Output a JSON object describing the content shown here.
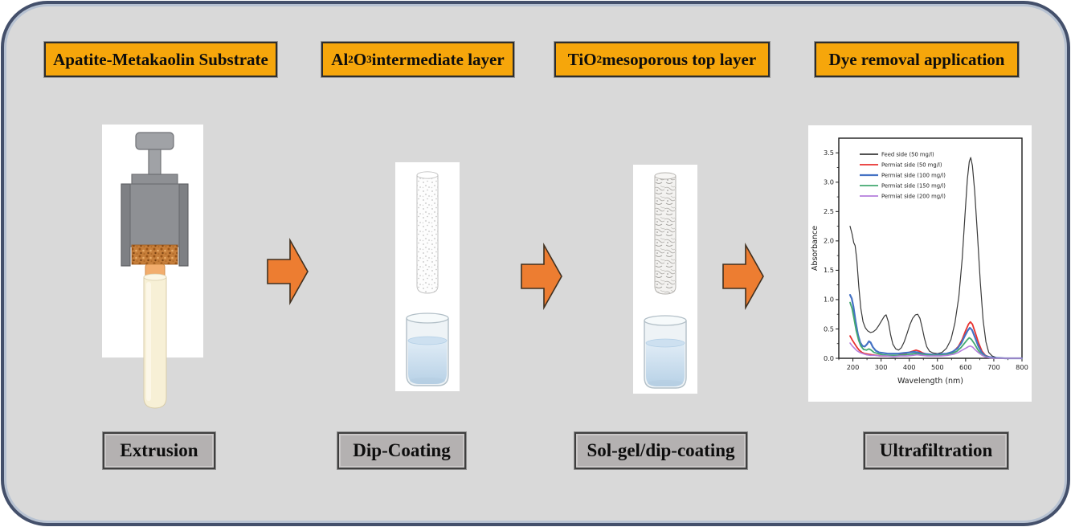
{
  "frame": {
    "background": "#d9d9d9",
    "border_color": "#44506b",
    "inner_line_color": "#b7c2d2"
  },
  "accent_colors": {
    "header_fill": "#f6a60b",
    "caption_fill": "#b4b1b1",
    "arrow_fill": "#ed7d31"
  },
  "steps": [
    {
      "header_parts": [
        {
          "t": "Apatite-Metakaolin Substrate"
        }
      ],
      "caption": "Extrusion",
      "illustration": "piston-extruder-with-ceramic-tube"
    },
    {
      "header_parts": [
        {
          "t": "Al"
        },
        {
          "t": "2",
          "sub": true
        },
        {
          "t": "O"
        },
        {
          "t": "3",
          "sub": true
        },
        {
          "t": " intermediate layer"
        }
      ],
      "caption": "Dip-Coating",
      "illustration": "porous-tube-over-beaker"
    },
    {
      "header_parts": [
        {
          "t": "TiO"
        },
        {
          "t": "2",
          "sub": true
        },
        {
          "t": " mesoporous top layer"
        }
      ],
      "caption": "Sol-gel/dip-coating",
      "illustration": "coated-tube-over-beaker"
    },
    {
      "header_parts": [
        {
          "t": "Dye removal application"
        }
      ],
      "caption": "Ultrafiltration",
      "illustration": "uv-vis-absorbance-chart"
    }
  ],
  "chart_data": {
    "type": "line",
    "xlabel": "Wavelength (nm)",
    "ylabel": "Absorbance",
    "xlim": [
      150,
      800
    ],
    "ylim": [
      0,
      3.75
    ],
    "xticks": [
      200,
      300,
      400,
      500,
      600,
      700,
      800
    ],
    "yticks": [
      0.0,
      0.5,
      1.0,
      1.5,
      2.0,
      2.5,
      3.0,
      3.5
    ],
    "grid": false,
    "legend_position": "top-left",
    "series": [
      {
        "name": "Feed side (50 mg/l)",
        "color": "#3a3a3a",
        "width": 1.2,
        "points": [
          [
            190,
            2.25
          ],
          [
            197,
            2.12
          ],
          [
            203,
            1.97
          ],
          [
            208,
            1.92
          ],
          [
            214,
            1.68
          ],
          [
            221,
            1.22
          ],
          [
            228,
            0.85
          ],
          [
            236,
            0.62
          ],
          [
            244,
            0.52
          ],
          [
            252,
            0.47
          ],
          [
            262,
            0.44
          ],
          [
            272,
            0.45
          ],
          [
            282,
            0.49
          ],
          [
            292,
            0.56
          ],
          [
            302,
            0.64
          ],
          [
            312,
            0.72
          ],
          [
            318,
            0.74
          ],
          [
            326,
            0.62
          ],
          [
            334,
            0.4
          ],
          [
            342,
            0.24
          ],
          [
            352,
            0.16
          ],
          [
            362,
            0.14
          ],
          [
            372,
            0.18
          ],
          [
            382,
            0.28
          ],
          [
            392,
            0.42
          ],
          [
            402,
            0.57
          ],
          [
            412,
            0.68
          ],
          [
            422,
            0.74
          ],
          [
            430,
            0.75
          ],
          [
            438,
            0.68
          ],
          [
            446,
            0.52
          ],
          [
            454,
            0.34
          ],
          [
            462,
            0.2
          ],
          [
            472,
            0.12
          ],
          [
            484,
            0.09
          ],
          [
            500,
            0.08
          ],
          [
            516,
            0.1
          ],
          [
            532,
            0.17
          ],
          [
            548,
            0.32
          ],
          [
            562,
            0.6
          ],
          [
            576,
            1.05
          ],
          [
            588,
            1.7
          ],
          [
            598,
            2.45
          ],
          [
            606,
            3.05
          ],
          [
            613,
            3.35
          ],
          [
            618,
            3.42
          ],
          [
            624,
            3.28
          ],
          [
            632,
            2.85
          ],
          [
            642,
            2.1
          ],
          [
            652,
            1.3
          ],
          [
            662,
            0.65
          ],
          [
            672,
            0.28
          ],
          [
            682,
            0.1
          ],
          [
            694,
            0.04
          ],
          [
            710,
            0.01
          ],
          [
            740,
            0.0
          ],
          [
            800,
            0.0
          ]
        ]
      },
      {
        "name": "Permiat side (50 mg/l)",
        "color": "#e8312f",
        "width": 1.8,
        "points": [
          [
            190,
            0.38
          ],
          [
            198,
            0.31
          ],
          [
            206,
            0.25
          ],
          [
            214,
            0.19
          ],
          [
            222,
            0.14
          ],
          [
            232,
            0.1
          ],
          [
            242,
            0.08
          ],
          [
            254,
            0.07
          ],
          [
            268,
            0.06
          ],
          [
            284,
            0.05
          ],
          [
            300,
            0.04
          ],
          [
            320,
            0.04
          ],
          [
            340,
            0.04
          ],
          [
            360,
            0.05
          ],
          [
            380,
            0.07
          ],
          [
            398,
            0.1
          ],
          [
            412,
            0.12
          ],
          [
            424,
            0.14
          ],
          [
            436,
            0.12
          ],
          [
            448,
            0.09
          ],
          [
            462,
            0.07
          ],
          [
            480,
            0.06
          ],
          [
            500,
            0.05
          ],
          [
            520,
            0.06
          ],
          [
            540,
            0.08
          ],
          [
            558,
            0.12
          ],
          [
            574,
            0.2
          ],
          [
            588,
            0.32
          ],
          [
            600,
            0.47
          ],
          [
            610,
            0.58
          ],
          [
            617,
            0.62
          ],
          [
            624,
            0.58
          ],
          [
            634,
            0.44
          ],
          [
            646,
            0.26
          ],
          [
            658,
            0.12
          ],
          [
            670,
            0.05
          ],
          [
            684,
            0.02
          ],
          [
            700,
            0.01
          ],
          [
            740,
            0.0
          ],
          [
            800,
            0.0
          ]
        ]
      },
      {
        "name": "Permiat side (100 mg/l)",
        "color": "#4472c4",
        "width": 2.2,
        "points": [
          [
            190,
            1.08
          ],
          [
            196,
            1.02
          ],
          [
            202,
            0.88
          ],
          [
            210,
            0.62
          ],
          [
            218,
            0.4
          ],
          [
            226,
            0.27
          ],
          [
            234,
            0.21
          ],
          [
            242,
            0.2
          ],
          [
            250,
            0.24
          ],
          [
            257,
            0.29
          ],
          [
            263,
            0.27
          ],
          [
            271,
            0.19
          ],
          [
            281,
            0.13
          ],
          [
            293,
            0.1
          ],
          [
            307,
            0.09
          ],
          [
            323,
            0.08
          ],
          [
            341,
            0.08
          ],
          [
            361,
            0.08
          ],
          [
            381,
            0.09
          ],
          [
            401,
            0.1
          ],
          [
            417,
            0.11
          ],
          [
            431,
            0.1
          ],
          [
            447,
            0.08
          ],
          [
            467,
            0.07
          ],
          [
            489,
            0.06
          ],
          [
            511,
            0.07
          ],
          [
            533,
            0.08
          ],
          [
            553,
            0.11
          ],
          [
            571,
            0.17
          ],
          [
            585,
            0.26
          ],
          [
            597,
            0.38
          ],
          [
            607,
            0.47
          ],
          [
            615,
            0.52
          ],
          [
            623,
            0.48
          ],
          [
            633,
            0.36
          ],
          [
            645,
            0.21
          ],
          [
            657,
            0.1
          ],
          [
            670,
            0.04
          ],
          [
            684,
            0.02
          ],
          [
            700,
            0.01
          ],
          [
            740,
            0.0
          ],
          [
            800,
            0.0
          ]
        ]
      },
      {
        "name": "Permiat side (150 mg/l)",
        "color": "#43a870",
        "width": 1.8,
        "points": [
          [
            190,
            0.95
          ],
          [
            197,
            0.85
          ],
          [
            204,
            0.68
          ],
          [
            212,
            0.47
          ],
          [
            220,
            0.31
          ],
          [
            228,
            0.21
          ],
          [
            238,
            0.15
          ],
          [
            248,
            0.14
          ],
          [
            257,
            0.16
          ],
          [
            265,
            0.14
          ],
          [
            275,
            0.1
          ],
          [
            289,
            0.08
          ],
          [
            305,
            0.06
          ],
          [
            325,
            0.05
          ],
          [
            345,
            0.05
          ],
          [
            365,
            0.05
          ],
          [
            385,
            0.06
          ],
          [
            405,
            0.07
          ],
          [
            421,
            0.08
          ],
          [
            437,
            0.07
          ],
          [
            457,
            0.06
          ],
          [
            481,
            0.05
          ],
          [
            505,
            0.05
          ],
          [
            529,
            0.06
          ],
          [
            551,
            0.08
          ],
          [
            569,
            0.12
          ],
          [
            583,
            0.18
          ],
          [
            595,
            0.25
          ],
          [
            605,
            0.31
          ],
          [
            613,
            0.35
          ],
          [
            621,
            0.32
          ],
          [
            631,
            0.25
          ],
          [
            643,
            0.15
          ],
          [
            655,
            0.07
          ],
          [
            669,
            0.03
          ],
          [
            684,
            0.01
          ],
          [
            700,
            0.0
          ],
          [
            800,
            0.0
          ]
        ]
      },
      {
        "name": "Permiat side (200 mg/l)",
        "color": "#b57edc",
        "width": 1.6,
        "points": [
          [
            190,
            0.26
          ],
          [
            198,
            0.21
          ],
          [
            206,
            0.17
          ],
          [
            214,
            0.13
          ],
          [
            224,
            0.1
          ],
          [
            236,
            0.08
          ],
          [
            248,
            0.06
          ],
          [
            262,
            0.05
          ],
          [
            278,
            0.05
          ],
          [
            296,
            0.04
          ],
          [
            320,
            0.04
          ],
          [
            344,
            0.03
          ],
          [
            368,
            0.04
          ],
          [
            392,
            0.04
          ],
          [
            412,
            0.05
          ],
          [
            428,
            0.06
          ],
          [
            444,
            0.05
          ],
          [
            464,
            0.04
          ],
          [
            488,
            0.04
          ],
          [
            512,
            0.04
          ],
          [
            536,
            0.05
          ],
          [
            558,
            0.07
          ],
          [
            574,
            0.1
          ],
          [
            588,
            0.14
          ],
          [
            600,
            0.17
          ],
          [
            610,
            0.2
          ],
          [
            617,
            0.21
          ],
          [
            625,
            0.19
          ],
          [
            635,
            0.14
          ],
          [
            647,
            0.09
          ],
          [
            659,
            0.05
          ],
          [
            671,
            0.02
          ],
          [
            685,
            0.01
          ],
          [
            700,
            0.0
          ],
          [
            800,
            0.0
          ]
        ]
      }
    ]
  }
}
